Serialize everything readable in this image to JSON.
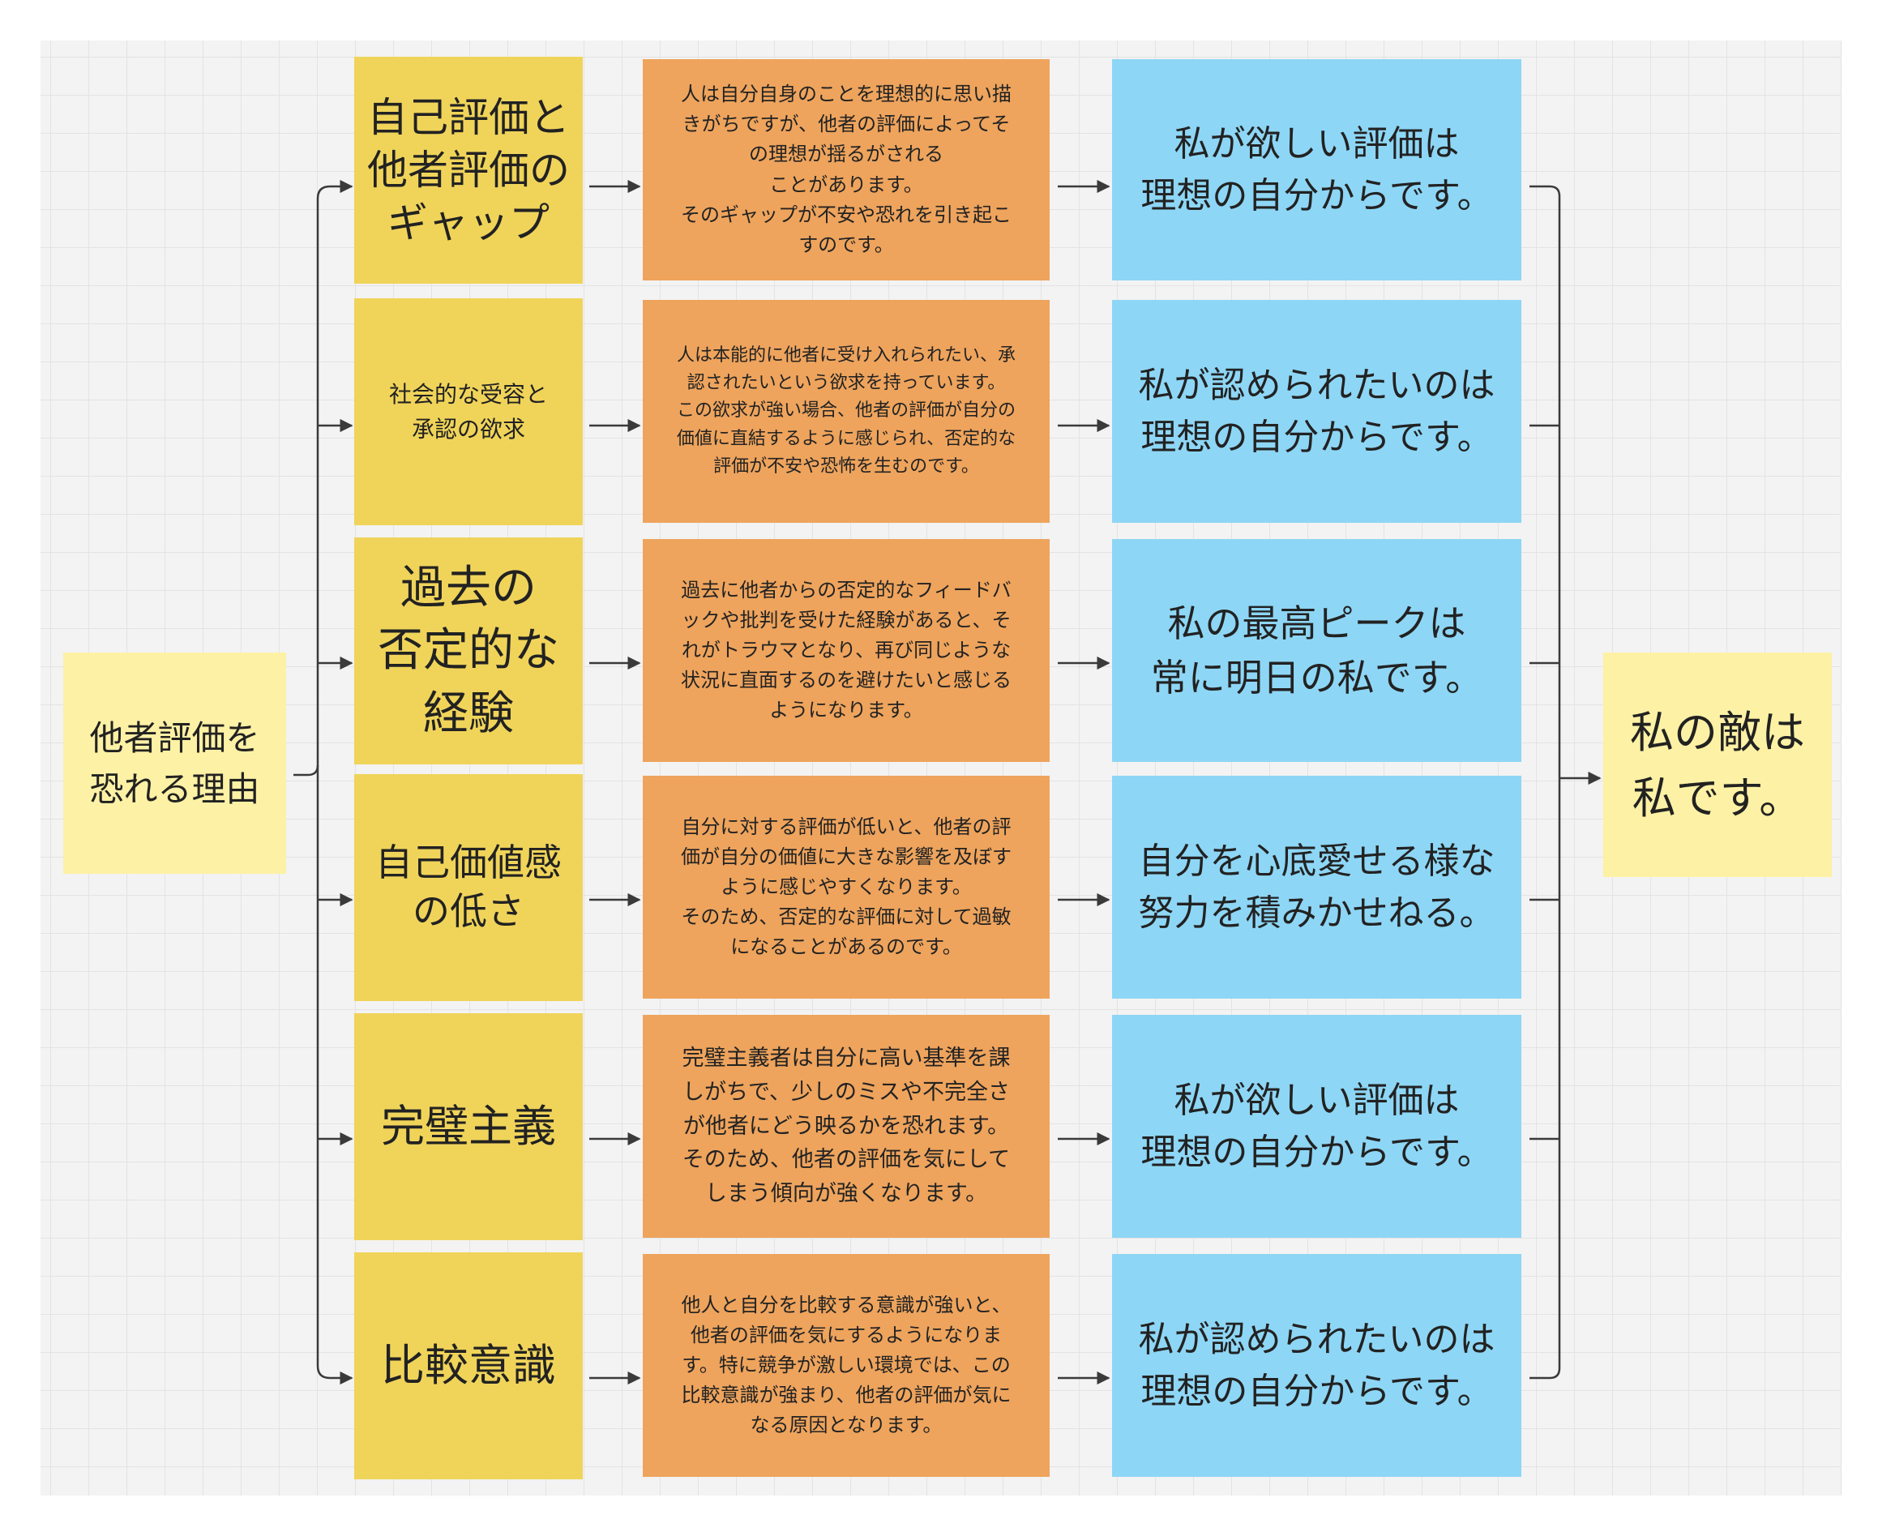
{
  "root": {
    "label": "他者評価を\n恐れる理由"
  },
  "rows": [
    {
      "reason": "自己評価と\n他者評価の\nギャップ",
      "explanation": "人は自分自身のことを理想的に思い描\nきがちですが、他者の評価によってそ\nの理想が揺るがされる\nことがあります。\nそのギャップが不安や恐れを引き起こ\nすのです。",
      "reframe": "私が欲しい評価は\n理想の自分からです。"
    },
    {
      "reason": "社会的な受容と\n承認の欲求",
      "explanation": "人は本能的に他者に受け入れられたい、承\n認されたいという欲求を持っています。\nこの欲求が強い場合、他者の評価が自分の\n価値に直結するように感じられ、否定的な\n評価が不安や恐怖を生むのです。",
      "reframe": "私が認められたいのは\n理想の自分からです。"
    },
    {
      "reason": "過去の\n否定的な\n経験",
      "explanation": "過去に他者からの否定的なフィードバ\nックや批判を受けた経験があると、そ\nれがトラウマとなり、再び同じような\n状況に直面するのを避けたいと感じる\nようになります。",
      "reframe": "私の最高ピークは\n常に明日の私です。"
    },
    {
      "reason": "自己価値感\nの低さ",
      "explanation": "自分に対する評価が低いと、他者の評\n価が自分の価値に大きな影響を及ぼす\nように感じやすくなります。\nそのため、否定的な評価に対して過敏\nになることがあるのです。",
      "reframe": "自分を心底愛せる様な\n努力を積みかせねる。"
    },
    {
      "reason": "完璧主義",
      "explanation": "完璧主義者は自分に高い基準を課\nしがちで、少しのミスや不完全さ\nが他者にどう映るかを恐れます。\nそのため、他者の評価を気にして\nしまう傾向が強くなります。",
      "reframe": "私が欲しい評価は\n理想の自分からです。"
    },
    {
      "reason": "比較意識",
      "explanation": "他人と自分を比較する意識が強いと、\n他者の評価を気にするようになりま\nす。特に競争が激しい環境では、この\n比較意識が強まり、他者の評価が気に\nなる原因となります。",
      "reframe": "私が認められたいのは\n理想の自分からです。"
    }
  ],
  "result": {
    "label": "私の敵は\n私です。"
  },
  "colors": {
    "root": "#fdf1a5",
    "reason": "#f0d45a",
    "explanation": "#eea45d",
    "reframe": "#8ed6f5",
    "result": "#fdf1a5",
    "connector": "#3a3a3a"
  }
}
